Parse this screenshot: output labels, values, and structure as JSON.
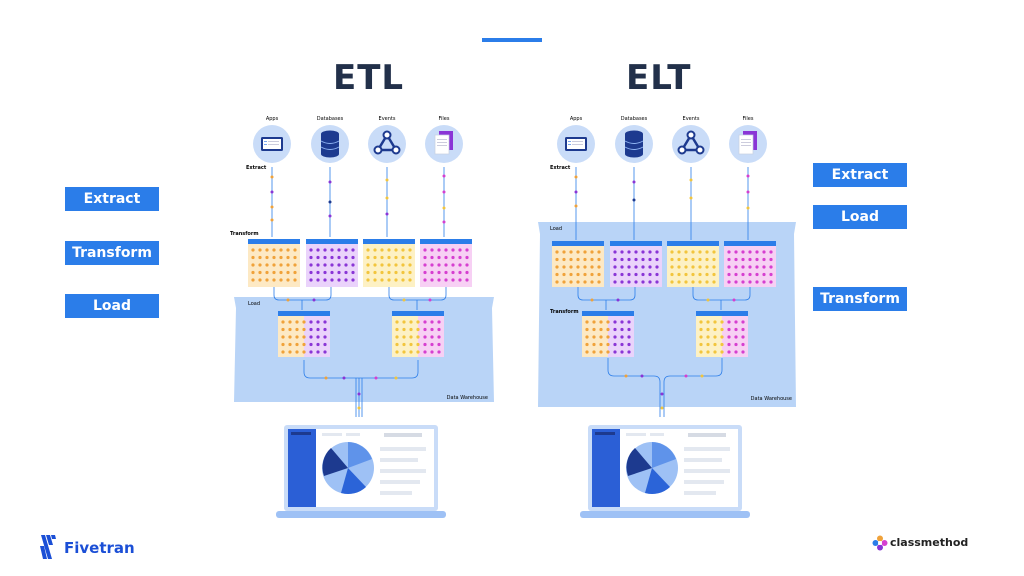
{
  "titles": {
    "etl": "ETL",
    "elt": "ELT"
  },
  "sources": [
    "Apps",
    "Databases",
    "Events",
    "Files"
  ],
  "etl_diagram": {
    "stage_extract": "Extract",
    "stage_transform": "Transform",
    "stage_load": "Load",
    "warehouse": "Data Warehouse"
  },
  "elt_diagram": {
    "stage_extract": "Extract",
    "stage_load": "Load",
    "stage_transform": "Transform",
    "warehouse": "Data Warehouse"
  },
  "left_buttons": [
    "Extract",
    "Transform",
    "Load"
  ],
  "right_buttons": [
    "Extract",
    "Load",
    "Transform"
  ],
  "brand": {
    "fivetran": "Fivetran",
    "classmethod": "classmethod"
  },
  "colors": {
    "accent": "#2b7de9",
    "warehouse": "#b9d4f7",
    "orange": "#f0a23a",
    "purple": "#8a35d6",
    "yellow": "#f2c53d",
    "magenta": "#d63fd0",
    "navy": "#1d3a8f"
  }
}
